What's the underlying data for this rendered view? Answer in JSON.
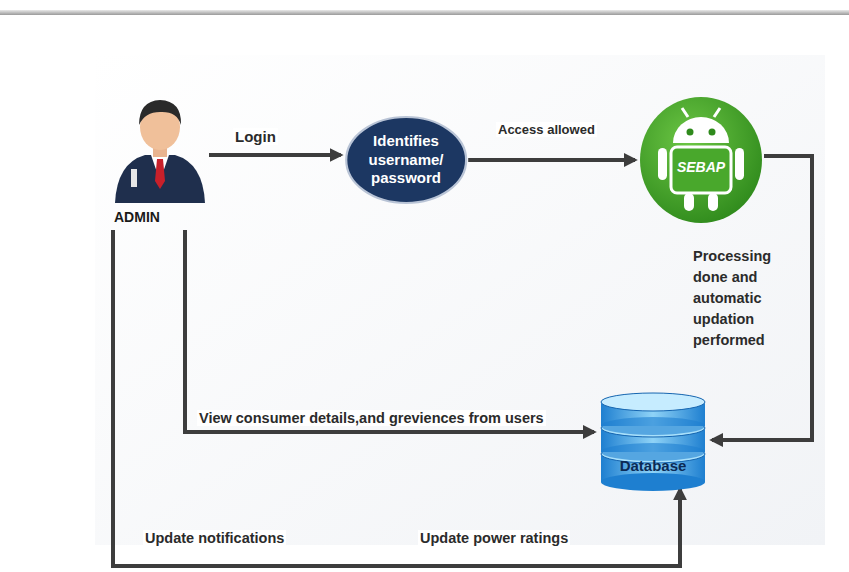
{
  "diagram": {
    "nodes": [
      {
        "text": [
          "ADMIN"
        ]
      },
      {
        "text": [
          "Identifies username/ password"
        ]
      },
      {
        "text": [
          "SEBAP"
        ]
      },
      {
        "text": [
          "Database"
        ]
      }
    ],
    "edges": [
      {
        "from": 0,
        "to": 1,
        "label": "Login",
        "arrow": "to"
      },
      {
        "from": 1,
        "to": 2,
        "label": "Access allowed",
        "arrow": "to"
      },
      {
        "from": 2,
        "to": 3,
        "label": "Processing done and automatic updation performed",
        "arrow": "to"
      },
      {
        "from": 0,
        "to": 3,
        "label": "View consumer details,and greviences from users",
        "arrow": "to"
      },
      {
        "from": 0,
        "to": 3,
        "label": "Update power ratings",
        "arrow": "to"
      }
    ],
    "labels": [
      "Update notifications"
    ]
  }
}
